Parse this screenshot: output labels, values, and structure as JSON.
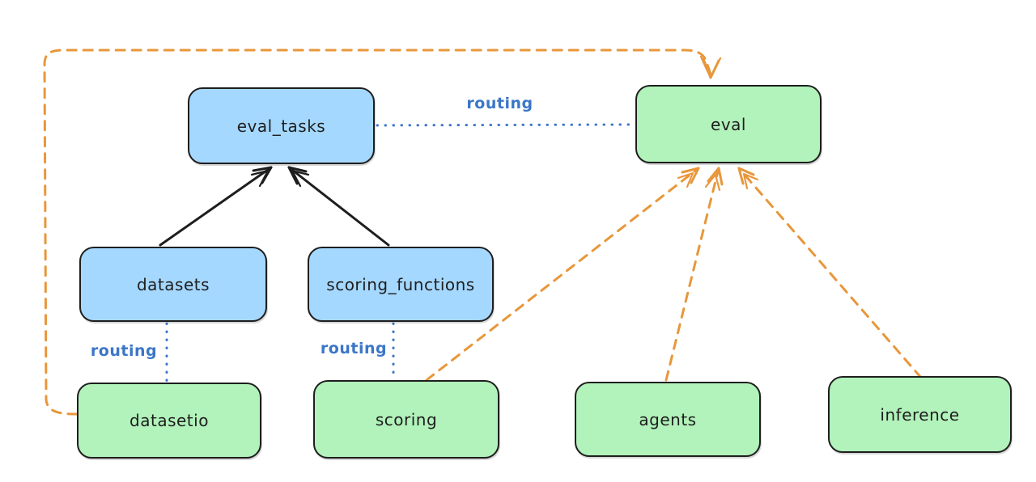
{
  "colors": {
    "background": "#ffffff",
    "node-blue": "#a5d8ff",
    "node-green": "#b2f2bb",
    "stroke-dark": "#1e1e1e",
    "routing-blue": "#3b76c8",
    "arrow-orange": "#e8973b"
  },
  "nodes": [
    {
      "label": "eval_tasks",
      "fill": "blue"
    },
    {
      "label": "eval",
      "fill": "green"
    },
    {
      "label": "datasets",
      "fill": "blue"
    },
    {
      "label": "scoring_functions",
      "fill": "blue"
    },
    {
      "label": "datasetio",
      "fill": "green"
    },
    {
      "label": "scoring",
      "fill": "green"
    },
    {
      "label": "agents",
      "fill": "green"
    },
    {
      "label": "inference",
      "fill": "green"
    }
  ],
  "edges": [
    {
      "from": "datasets",
      "to": "eval_tasks",
      "style": "solid-arrow",
      "color": "black"
    },
    {
      "from": "scoring_functions",
      "to": "eval_tasks",
      "style": "solid-arrow",
      "color": "black"
    },
    {
      "from": "eval_tasks",
      "to": "eval",
      "style": "dotted",
      "color": "blue",
      "label": "routing"
    },
    {
      "from": "datasets",
      "to": "datasetio",
      "style": "dotted",
      "color": "blue",
      "label": "routing"
    },
    {
      "from": "scoring_functions",
      "to": "scoring",
      "style": "dotted",
      "color": "blue",
      "label": "routing"
    },
    {
      "from": "datasetio",
      "to": "eval",
      "style": "dashed-arrow",
      "color": "orange"
    },
    {
      "from": "scoring",
      "to": "eval",
      "style": "dashed-arrow",
      "color": "orange"
    },
    {
      "from": "agents",
      "to": "eval",
      "style": "dashed-arrow",
      "color": "orange"
    },
    {
      "from": "inference",
      "to": "eval",
      "style": "dashed-arrow",
      "color": "orange"
    }
  ]
}
